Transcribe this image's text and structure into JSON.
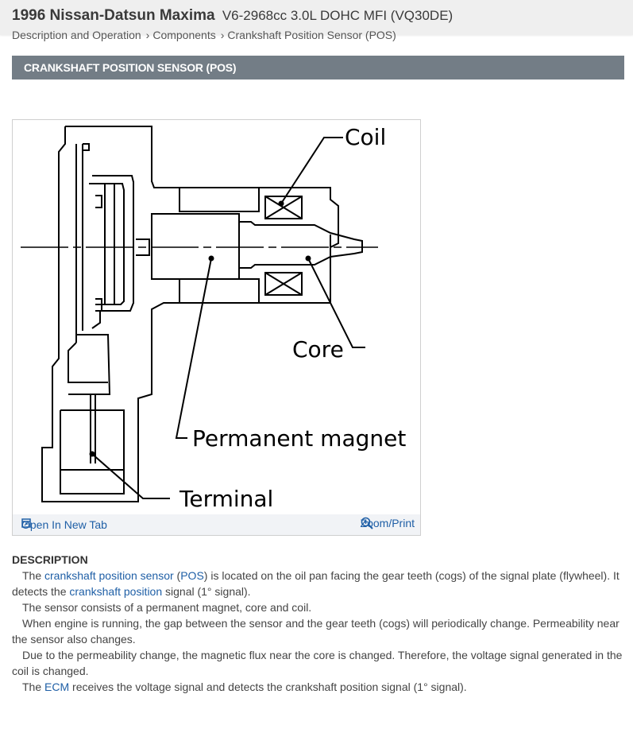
{
  "header": {
    "vehicle": "1996 Nissan-Datsun Maxima",
    "engine": "V6-2968cc 3.0L DOHC MFI (VQ30DE)"
  },
  "breadcrumb": [
    "Description and Operation",
    "Components",
    "Crankshaft Position Sensor (POS)"
  ],
  "section_title": "CRANKSHAFT POSITION SENSOR (POS)",
  "figure": {
    "labels": {
      "coil": "Coil",
      "core": "Core",
      "permanent_magnet": "Permanent magnet",
      "terminal": "Terminal"
    },
    "open_new_tab": "Open In New Tab",
    "zoom_print": "Zoom/Print"
  },
  "description": {
    "heading": "DESCRIPTION",
    "p1": {
      "t1": "The ",
      "link1": "crankshaft position sensor",
      "t2": " (",
      "link2": "POS",
      "t3": ") is located on the oil pan facing the gear teeth (cogs) of the signal plate (flywheel). It detects the ",
      "link3": "crankshaft position",
      "t4": " signal (1° signal)."
    },
    "p2": "The sensor consists of a permanent magnet, core and coil.",
    "p3": "When engine is running, the gap between the sensor and the gear teeth (cogs) will periodically change. Permeability near the sensor also changes.",
    "p4": "Due to the permeability change, the magnetic flux near the core is changed. Therefore, the voltage signal generated in the coil is changed.",
    "p5": {
      "t1": "The ",
      "link": "ECM",
      "t2": " receives the voltage signal and detects the crankshaft position signal (1° signal)."
    }
  }
}
